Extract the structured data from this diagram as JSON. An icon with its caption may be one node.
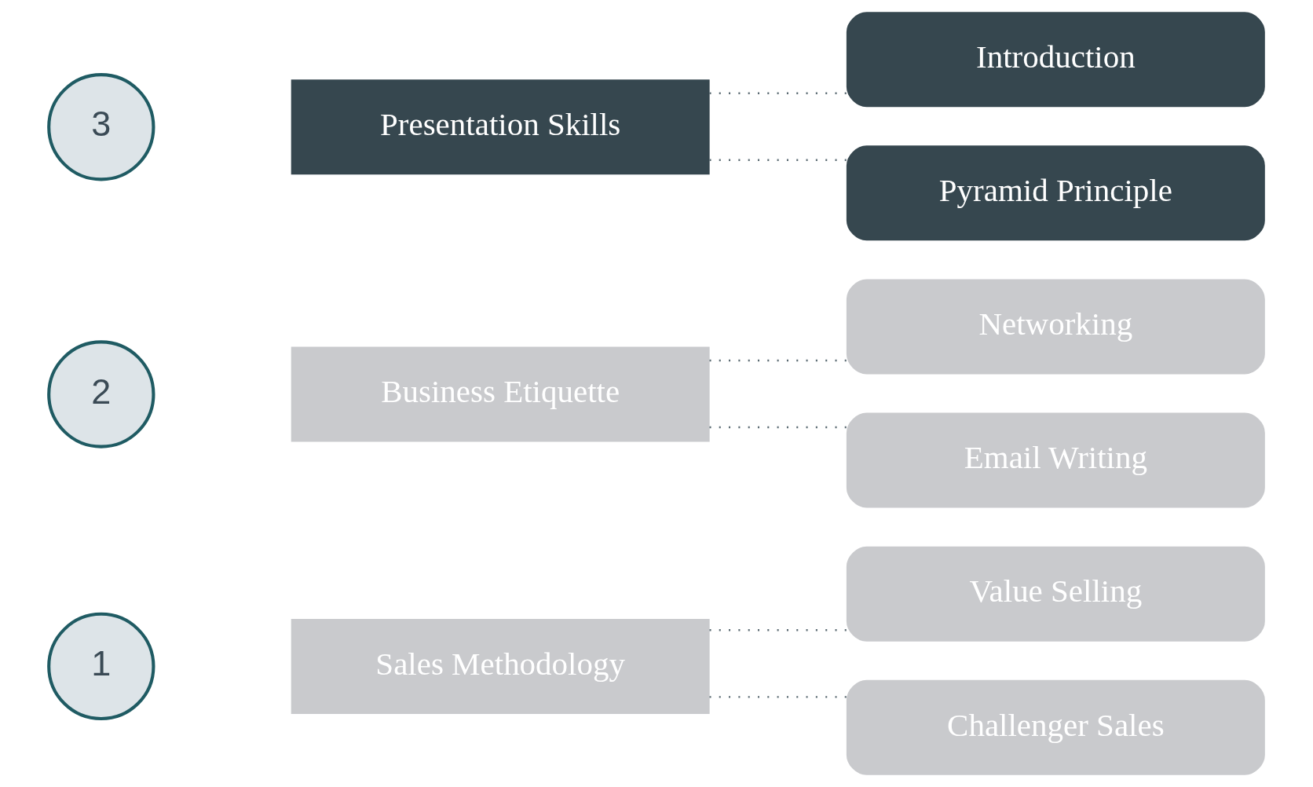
{
  "diagram": {
    "nodes": [
      {
        "text": [
          "1"
        ]
      },
      {
        "text": [
          "Sales Methodology"
        ]
      },
      {
        "text": [
          "Value Selling"
        ]
      },
      {
        "text": [
          "Challenger Sales"
        ]
      },
      {
        "text": [
          "2"
        ]
      },
      {
        "text": [
          "Business Etiquette"
        ]
      },
      {
        "text": [
          "Networking"
        ]
      },
      {
        "text": [
          "Email Writing"
        ]
      },
      {
        "text": [
          "3"
        ]
      },
      {
        "text": [
          "Presentation Skills"
        ]
      },
      {
        "text": [
          "Introduction"
        ]
      },
      {
        "text": [
          "Pyramid Principle"
        ]
      }
    ],
    "edges": [
      {
        "from": 1,
        "to": 2,
        "arrow": "none"
      },
      {
        "from": 1,
        "to": 3,
        "arrow": "none"
      },
      {
        "from": 5,
        "to": 6,
        "arrow": "none"
      },
      {
        "from": 5,
        "to": 7,
        "arrow": "none"
      },
      {
        "from": 9,
        "to": 10,
        "arrow": "none"
      },
      {
        "from": 9,
        "to": 11,
        "arrow": "none"
      }
    ]
  }
}
